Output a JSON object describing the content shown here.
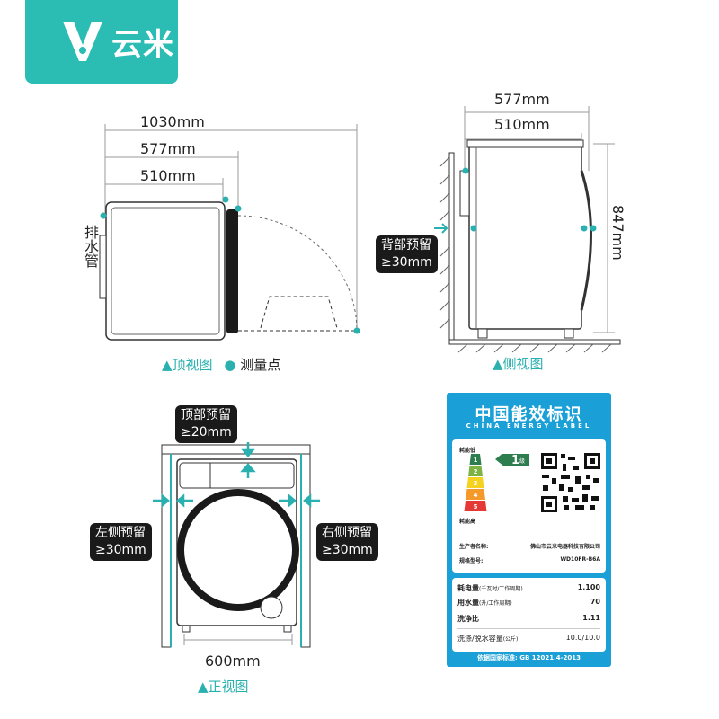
{
  "brand": {
    "name": "云米",
    "color": "#2bbcb4"
  },
  "top_view": {
    "dims": [
      "1030mm",
      "577mm",
      "510mm"
    ],
    "drain_label": "排水管",
    "caption": "顶视图",
    "legend": "测量点"
  },
  "side_view": {
    "dims": [
      "577mm",
      "510mm"
    ],
    "height": "847mm",
    "callout": [
      "背部预留",
      "≥30mm"
    ],
    "caption": "侧视图"
  },
  "front_view": {
    "width": "600mm",
    "callouts": {
      "top": [
        "顶部预留",
        "≥20mm"
      ],
      "left": [
        "左侧预留",
        "≥30mm"
      ],
      "right": [
        "右侧预留",
        "≥30mm"
      ]
    },
    "caption": "正视图"
  },
  "energy_label": {
    "title": "中国能效标识",
    "subtitle": "CHINA ENERGY LABEL",
    "low": "耗能低",
    "high": "耗能高",
    "grades": [
      "1",
      "2",
      "3",
      "4",
      "5"
    ],
    "grade_colors": [
      "#2e7d4f",
      "#7cb342",
      "#f4d21f",
      "#f39a2b",
      "#e53935"
    ],
    "rating": "1",
    "rating_suffix": "级",
    "manufacturer_label": "生产者名称:",
    "manufacturer": "佛山市云米电器科技有限公司",
    "model_label": "规格型号:",
    "model": "WD10FR-B6A",
    "rows": [
      {
        "label": "耗电量",
        "unit": "(千瓦时/工作周期)",
        "value": "1.100"
      },
      {
        "label": "用水量",
        "unit": "(升/工作周期)",
        "value": "70"
      },
      {
        "label": "洗净比",
        "unit": "",
        "value": "1.11"
      },
      {
        "label": "洗涤/脱水容量",
        "unit": "(公斤)",
        "value": "10.0/10.0"
      }
    ],
    "standard": "依据国家标准: GB 12021.4-2013"
  }
}
